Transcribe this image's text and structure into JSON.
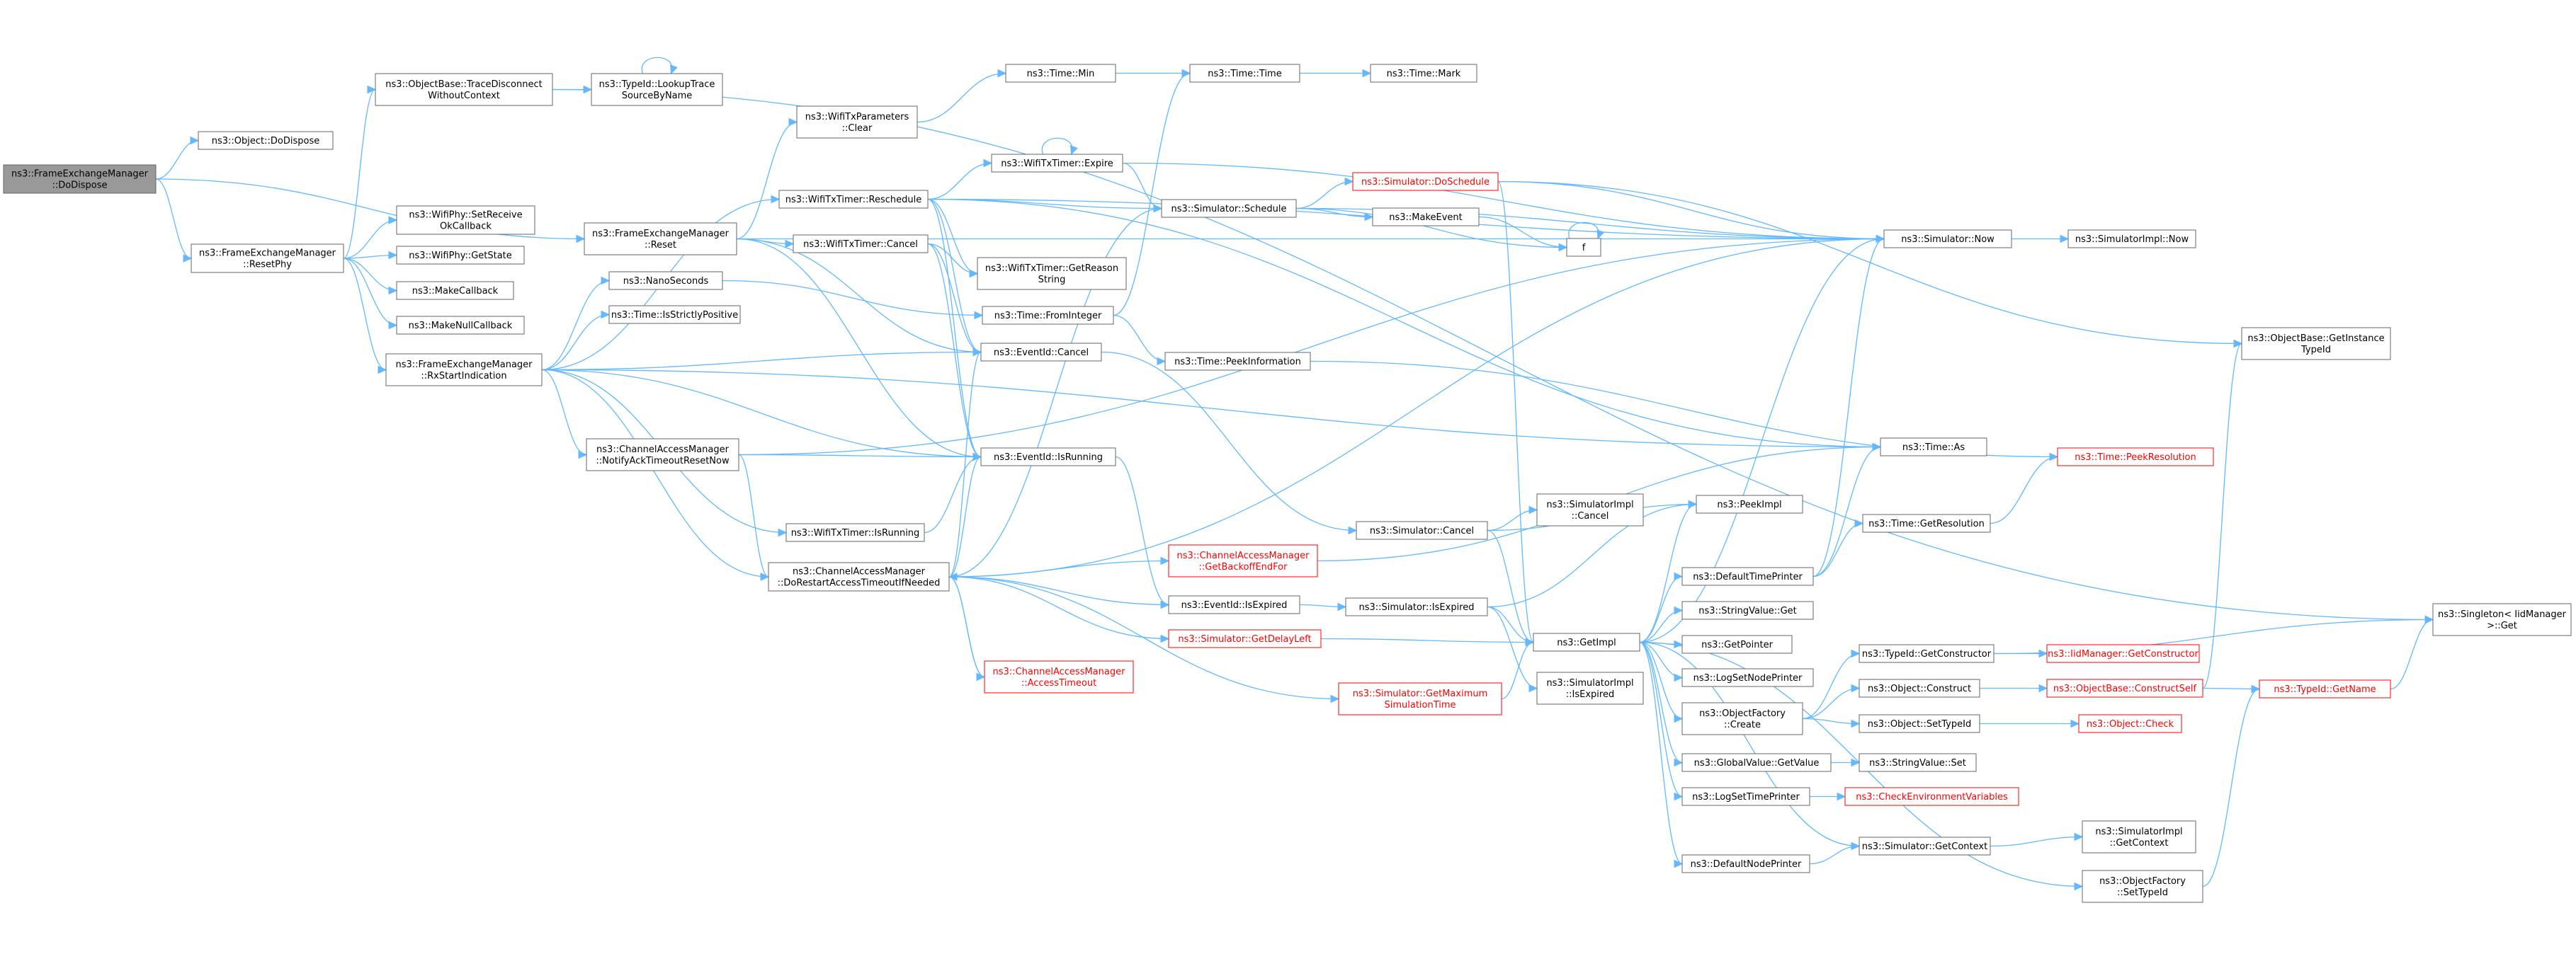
{
  "colors": {
    "edge": "#63b8ff",
    "node_border": "#666666",
    "node_border_missing": "#ff0000",
    "root_fill": "#999999",
    "background": "#ffffff"
  },
  "nodes": {
    "n0": {
      "lines": [
        "ns3::FrameExchangeManager",
        "::DoDispose"
      ],
      "style": "root"
    },
    "n1": {
      "lines": [
        "ns3::Object::DoDispose"
      ]
    },
    "n2": {
      "lines": [
        "ns3::FrameExchangeManager",
        "::ResetPhy"
      ]
    },
    "n3": {
      "lines": [
        "ns3::ObjectBase::TraceDisconnect",
        "WithoutContext"
      ]
    },
    "n4": {
      "lines": [
        "ns3::TypeId::LookupTrace",
        "SourceByName"
      ]
    },
    "n5": {
      "lines": [
        "ns3::WifiPhy::SetReceive",
        "OkCallback"
      ]
    },
    "n6": {
      "lines": [
        "ns3::WifiPhy::GetState"
      ]
    },
    "n7": {
      "lines": [
        "ns3::MakeCallback"
      ]
    },
    "n8": {
      "lines": [
        "ns3::MakeNullCallback"
      ]
    },
    "n9": {
      "lines": [
        "ns3::FrameExchangeManager",
        "::RxStartIndication"
      ]
    },
    "n10": {
      "lines": [
        "ns3::FrameExchangeManager",
        "::Reset"
      ]
    },
    "n11": {
      "lines": [
        "ns3::NanoSeconds"
      ]
    },
    "n12": {
      "lines": [
        "ns3::Time::IsStrictlyPositive"
      ]
    },
    "n13": {
      "lines": [
        "ns3::ChannelAccessManager",
        "::NotifyAckTimeoutResetNow"
      ]
    },
    "n14": {
      "lines": [
        "ns3::WifiTxTimer::IsRunning"
      ]
    },
    "n15": {
      "lines": [
        "ns3::ChannelAccessManager",
        "::DoRestartAccessTimeoutIfNeeded"
      ]
    },
    "n16": {
      "lines": [
        "ns3::WifiTxParameters",
        "::Clear"
      ]
    },
    "n17": {
      "lines": [
        "ns3::WifiTxTimer::Reschedule"
      ]
    },
    "n18": {
      "lines": [
        "ns3::WifiTxTimer::Cancel"
      ]
    },
    "n19": {
      "lines": [
        "ns3::Time::Min"
      ]
    },
    "n20": {
      "lines": [
        "ns3::WifiTxTimer::Expire"
      ]
    },
    "n21": {
      "lines": [
        "ns3::WifiTxTimer::GetReason",
        "String"
      ]
    },
    "n22": {
      "lines": [
        "ns3::Time::FromInteger"
      ]
    },
    "n23": {
      "lines": [
        "ns3::EventId::Cancel"
      ]
    },
    "n24": {
      "lines": [
        "ns3::EventId::IsRunning"
      ]
    },
    "n25": {
      "lines": [
        "ns3::ChannelAccessManager",
        "::GetBackoffEndFor"
      ],
      "style": "red"
    },
    "n26": {
      "lines": [
        "ns3::EventId::IsExpired"
      ]
    },
    "n27": {
      "lines": [
        "ns3::Simulator::GetDelayLeft"
      ],
      "style": "red"
    },
    "n28": {
      "lines": [
        "ns3::ChannelAccessManager",
        "::AccessTimeout"
      ],
      "style": "red"
    },
    "n29": {
      "lines": [
        "ns3::Time::Time"
      ]
    },
    "n30": {
      "lines": [
        "ns3::Time::Mark"
      ]
    },
    "n31": {
      "lines": [
        "ns3::Simulator::Schedule"
      ]
    },
    "n32": {
      "lines": [
        "ns3::Time::PeekInformation"
      ]
    },
    "n33": {
      "lines": [
        "ns3::Simulator::Cancel"
      ]
    },
    "n34": {
      "lines": [
        "ns3::Simulator::IsExpired"
      ]
    },
    "n35": {
      "lines": [
        "ns3::Simulator::GetMaximum",
        "SimulationTime"
      ],
      "style": "red"
    },
    "n36": {
      "lines": [
        "ns3::Simulator::DoSchedule"
      ],
      "style": "red"
    },
    "n37": {
      "lines": [
        "ns3::MakeEvent"
      ]
    },
    "n38": {
      "lines": [
        "ns3::SimulatorImpl",
        "::Cancel"
      ]
    },
    "n39": {
      "lines": [
        "ns3::SimulatorImpl",
        "::IsExpired"
      ]
    },
    "n40": {
      "lines": [
        "f"
      ]
    },
    "n41": {
      "lines": [
        "ns3::Simulator::Now"
      ]
    },
    "n42": {
      "lines": [
        "ns3::SimulatorImpl::Now"
      ]
    },
    "n43": {
      "lines": [
        "ns3::PeekImpl"
      ]
    },
    "n44": {
      "lines": [
        "ns3::Time::GetResolution"
      ]
    },
    "n45": {
      "lines": [
        "ns3::DefaultTimePrinter"
      ]
    },
    "n46": {
      "lines": [
        "ns3::GetImpl"
      ]
    },
    "n47": {
      "lines": [
        "ns3::StringValue::Get"
      ]
    },
    "n48": {
      "lines": [
        "ns3::GetPointer"
      ]
    },
    "n49": {
      "lines": [
        "ns3::LogSetNodePrinter"
      ]
    },
    "n50": {
      "lines": [
        "ns3::ObjectFactory",
        "::Create"
      ]
    },
    "n51": {
      "lines": [
        "ns3::GlobalValue::GetValue"
      ]
    },
    "n52": {
      "lines": [
        "ns3::LogSetTimePrinter"
      ]
    },
    "n53": {
      "lines": [
        "ns3::DefaultNodePrinter"
      ]
    },
    "n54": {
      "lines": [
        "ns3::ObjectFactory",
        "::SetTypeId"
      ]
    },
    "n55": {
      "lines": [
        "ns3::Time::As"
      ]
    },
    "n56": {
      "lines": [
        "ns3::Time::PeekResolution"
      ],
      "style": "red"
    },
    "n57": {
      "lines": [
        "ns3::TypeId::GetConstructor"
      ]
    },
    "n58": {
      "lines": [
        "ns3::IidManager::GetConstructor"
      ],
      "style": "red"
    },
    "n59": {
      "lines": [
        "ns3::Object::Construct"
      ]
    },
    "n60": {
      "lines": [
        "ns3::ObjectBase::ConstructSelf"
      ],
      "style": "red"
    },
    "n61": {
      "lines": [
        "ns3::Object::SetTypeId"
      ]
    },
    "n62": {
      "lines": [
        "ns3::Object::Check"
      ],
      "style": "red"
    },
    "n63": {
      "lines": [
        "ns3::StringValue::Set"
      ]
    },
    "n64": {
      "lines": [
        "ns3::CheckEnvironmentVariables"
      ],
      "style": "red"
    },
    "n65": {
      "lines": [
        "ns3::Simulator::GetContext"
      ]
    },
    "n66": {
      "lines": [
        "ns3::SimulatorImpl",
        "::GetContext"
      ]
    },
    "n67": {
      "lines": [
        "ns3::ObjectBase::GetInstance",
        "TypeId"
      ]
    },
    "n68": {
      "lines": [
        "ns3::TypeId::GetName"
      ],
      "style": "red"
    },
    "n69": {
      "lines": [
        "ns3::Singleton< IidManager",
        ">::Get"
      ]
    }
  },
  "edges": [
    [
      "n0",
      "n1"
    ],
    [
      "n0",
      "n2"
    ],
    [
      "n0",
      "n10"
    ],
    [
      "n2",
      "n3"
    ],
    [
      "n2",
      "n5"
    ],
    [
      "n2",
      "n6"
    ],
    [
      "n2",
      "n7"
    ],
    [
      "n2",
      "n8"
    ],
    [
      "n2",
      "n9"
    ],
    [
      "n3",
      "n4"
    ],
    [
      "n3",
      "n69"
    ],
    [
      "n4",
      "n4"
    ],
    [
      "n9",
      "n11"
    ],
    [
      "n9",
      "n12"
    ],
    [
      "n9",
      "n13"
    ],
    [
      "n9",
      "n14"
    ],
    [
      "n9",
      "n15"
    ],
    [
      "n9",
      "n17"
    ],
    [
      "n9",
      "n23"
    ],
    [
      "n9",
      "n24"
    ],
    [
      "n9",
      "n55"
    ],
    [
      "n10",
      "n16"
    ],
    [
      "n10",
      "n18"
    ],
    [
      "n10",
      "n23"
    ],
    [
      "n10",
      "n24"
    ],
    [
      "n10",
      "n41"
    ],
    [
      "n11",
      "n22"
    ],
    [
      "n13",
      "n15"
    ],
    [
      "n13",
      "n41"
    ],
    [
      "n13",
      "n24"
    ],
    [
      "n14",
      "n24"
    ],
    [
      "n15",
      "n23"
    ],
    [
      "n15",
      "n24"
    ],
    [
      "n15",
      "n25"
    ],
    [
      "n15",
      "n26"
    ],
    [
      "n15",
      "n27"
    ],
    [
      "n15",
      "n28"
    ],
    [
      "n15",
      "n31"
    ],
    [
      "n15",
      "n35"
    ],
    [
      "n15",
      "n41"
    ],
    [
      "n16",
      "n19"
    ],
    [
      "n17",
      "n20"
    ],
    [
      "n17",
      "n21"
    ],
    [
      "n17",
      "n31"
    ],
    [
      "n17",
      "n23"
    ],
    [
      "n17",
      "n24"
    ],
    [
      "n17",
      "n41"
    ],
    [
      "n17",
      "n55"
    ],
    [
      "n18",
      "n21"
    ],
    [
      "n18",
      "n23"
    ],
    [
      "n18",
      "n24"
    ],
    [
      "n19",
      "n29"
    ],
    [
      "n20",
      "n20"
    ],
    [
      "n20",
      "n31"
    ],
    [
      "n20",
      "n41"
    ],
    [
      "n22",
      "n29"
    ],
    [
      "n22",
      "n32"
    ],
    [
      "n23",
      "n33"
    ],
    [
      "n24",
      "n26"
    ],
    [
      "n25",
      "n55"
    ],
    [
      "n26",
      "n34"
    ],
    [
      "n27",
      "n46"
    ],
    [
      "n28",
      "n15"
    ],
    [
      "n29",
      "n30"
    ],
    [
      "n31",
      "n36"
    ],
    [
      "n31",
      "n37"
    ],
    [
      "n31",
      "n40"
    ],
    [
      "n31",
      "n41"
    ],
    [
      "n32",
      "n56"
    ],
    [
      "n33",
      "n38"
    ],
    [
      "n33",
      "n43"
    ],
    [
      "n33",
      "n46"
    ],
    [
      "n34",
      "n39"
    ],
    [
      "n34",
      "n43"
    ],
    [
      "n34",
      "n46"
    ],
    [
      "n35",
      "n46"
    ],
    [
      "n36",
      "n41"
    ],
    [
      "n36",
      "n46"
    ],
    [
      "n36",
      "n67"
    ],
    [
      "n37",
      "n40"
    ],
    [
      "n40",
      "n40"
    ],
    [
      "n41",
      "n42"
    ],
    [
      "n44",
      "n56"
    ],
    [
      "n45",
      "n41"
    ],
    [
      "n45",
      "n44"
    ],
    [
      "n45",
      "n55"
    ],
    [
      "n46",
      "n41"
    ],
    [
      "n46",
      "n43"
    ],
    [
      "n46",
      "n45"
    ],
    [
      "n46",
      "n47"
    ],
    [
      "n46",
      "n48"
    ],
    [
      "n46",
      "n49"
    ],
    [
      "n46",
      "n50"
    ],
    [
      "n46",
      "n51"
    ],
    [
      "n46",
      "n52"
    ],
    [
      "n46",
      "n53"
    ],
    [
      "n46",
      "n54"
    ],
    [
      "n46",
      "n65"
    ],
    [
      "n50",
      "n57"
    ],
    [
      "n50",
      "n59"
    ],
    [
      "n50",
      "n61"
    ],
    [
      "n51",
      "n63"
    ],
    [
      "n52",
      "n64"
    ],
    [
      "n53",
      "n65"
    ],
    [
      "n54",
      "n68"
    ],
    [
      "n57",
      "n58"
    ],
    [
      "n57",
      "n69"
    ],
    [
      "n59",
      "n60"
    ],
    [
      "n60",
      "n67"
    ],
    [
      "n60",
      "n68"
    ],
    [
      "n61",
      "n62"
    ],
    [
      "n65",
      "n66"
    ],
    [
      "n68",
      "n69"
    ]
  ]
}
